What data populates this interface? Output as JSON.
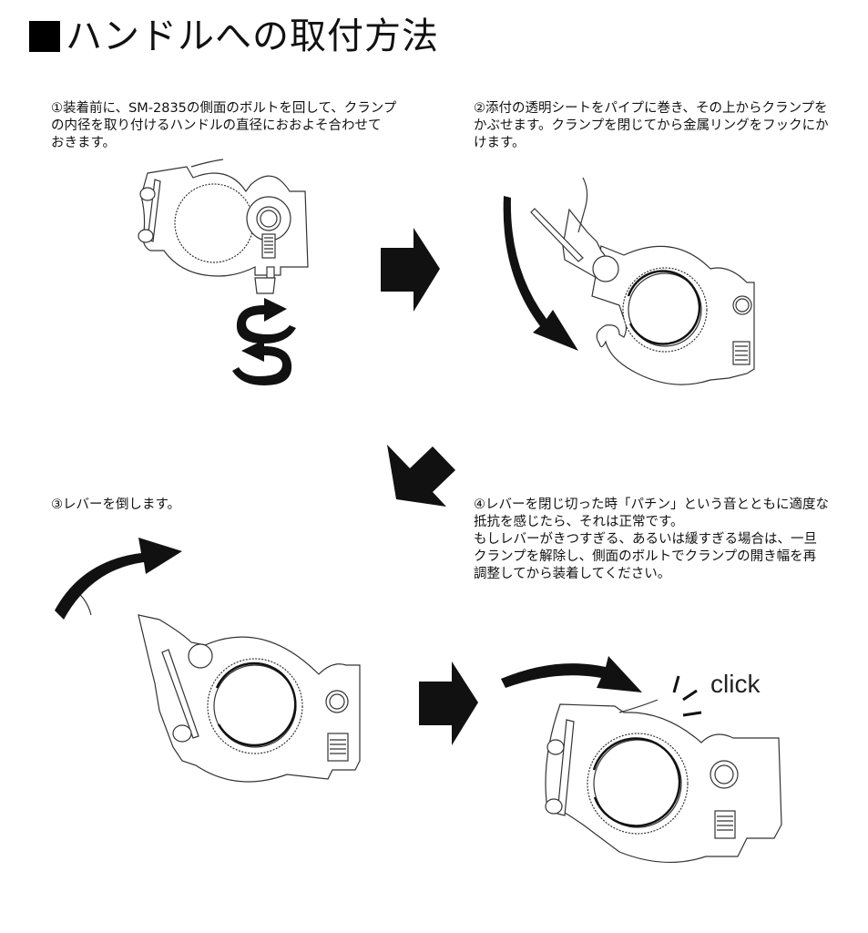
{
  "page": {
    "title": "ハンドルへの取付方法",
    "title_marker": "■"
  },
  "steps": [
    {
      "number": "①",
      "text": "①装着前に、SM-2835の側面のボルトを回して、クランプ\nの内径を取り付けるハンドルの直径におおよそ合わせて\nおきます。"
    },
    {
      "number": "②",
      "text": "②添付の透明シートをパイプに巻き、その上からクランプを\nかぶせます。クランプを閉じてから金属リングをフックにか\nけます。"
    },
    {
      "number": "③",
      "text": "③レバーを倒します。"
    },
    {
      "number": "④",
      "text": "④レバーを閉じ切った時「パチン」という音とともに適度な\n抵抗を感じたら、それは正常です。\nもしレバーがきつすぎる、あるいは緩すぎる場合は、一旦\nクランプを解除し、側面のボルトでクランプの開き幅を再\n調整してから装着してください。"
    }
  ],
  "illustrations": {
    "step1": {
      "icons": [
        "clamp-open-icon",
        "rotate-clockwise-icon",
        "rotate-counterclockwise-icon"
      ]
    },
    "step2": {
      "icons": [
        "clamp-hook-icon",
        "curved-arrow-down-icon"
      ]
    },
    "step3": {
      "icons": [
        "clamp-lever-icon",
        "curved-arrow-up-icon"
      ]
    },
    "step4": {
      "icons": [
        "clamp-closed-icon",
        "curved-arrow-right-icon",
        "click-lines-icon"
      ],
      "sound_label": "click"
    }
  },
  "flow_arrows": [
    "arrow-right-icon",
    "arrow-down-left-icon",
    "arrow-right-icon"
  ]
}
